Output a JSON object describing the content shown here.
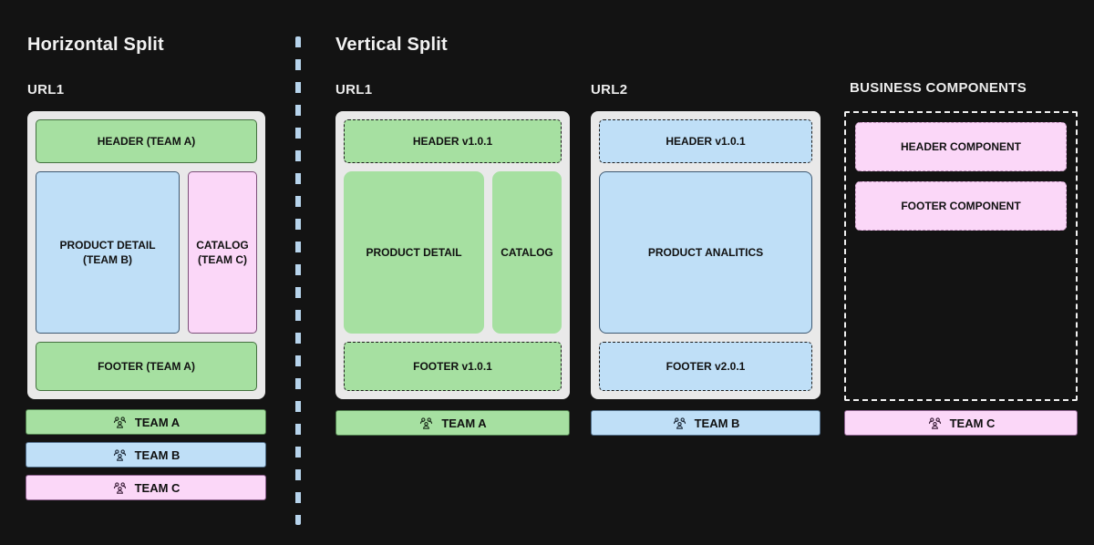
{
  "colors": {
    "background": "#131313",
    "panel_gray": "#e9e9e9",
    "team_a_green": "#a6e0a1",
    "team_b_blue": "#bfdff7",
    "team_c_pink": "#fbd7f8",
    "separator_blue": "#b7d4ec",
    "title_white": "#f2f2f2"
  },
  "horizontal": {
    "title": "Horizontal Split",
    "url": "URL1",
    "header": "HEADER (TEAM A)",
    "product_detail": "PRODUCT DETAIL (TEAM B)",
    "catalog": "CATALOG (TEAM C)",
    "footer": "FOOTER (TEAM A)",
    "legend": [
      {
        "label": "TEAM A",
        "color": "green"
      },
      {
        "label": "TEAM B",
        "color": "blue"
      },
      {
        "label": "TEAM C",
        "color": "pink"
      }
    ]
  },
  "vertical": {
    "title": "Vertical Split",
    "url1": {
      "label": "URL1",
      "header": "HEADER v1.0.1",
      "product_detail": "PRODUCT DETAIL",
      "catalog": "CATALOG",
      "footer": "FOOTER v1.0.1",
      "team": "TEAM A"
    },
    "url2": {
      "label": "URL2",
      "header": "HEADER v1.0.1",
      "main": "PRODUCT ANALITICS",
      "footer": "FOOTER v2.0.1",
      "team": "TEAM B"
    }
  },
  "business": {
    "label": "BUSINESS COMPONENTS",
    "header_component": "HEADER COMPONENT",
    "footer_component": "FOOTER COMPONENT",
    "team": "TEAM C"
  }
}
